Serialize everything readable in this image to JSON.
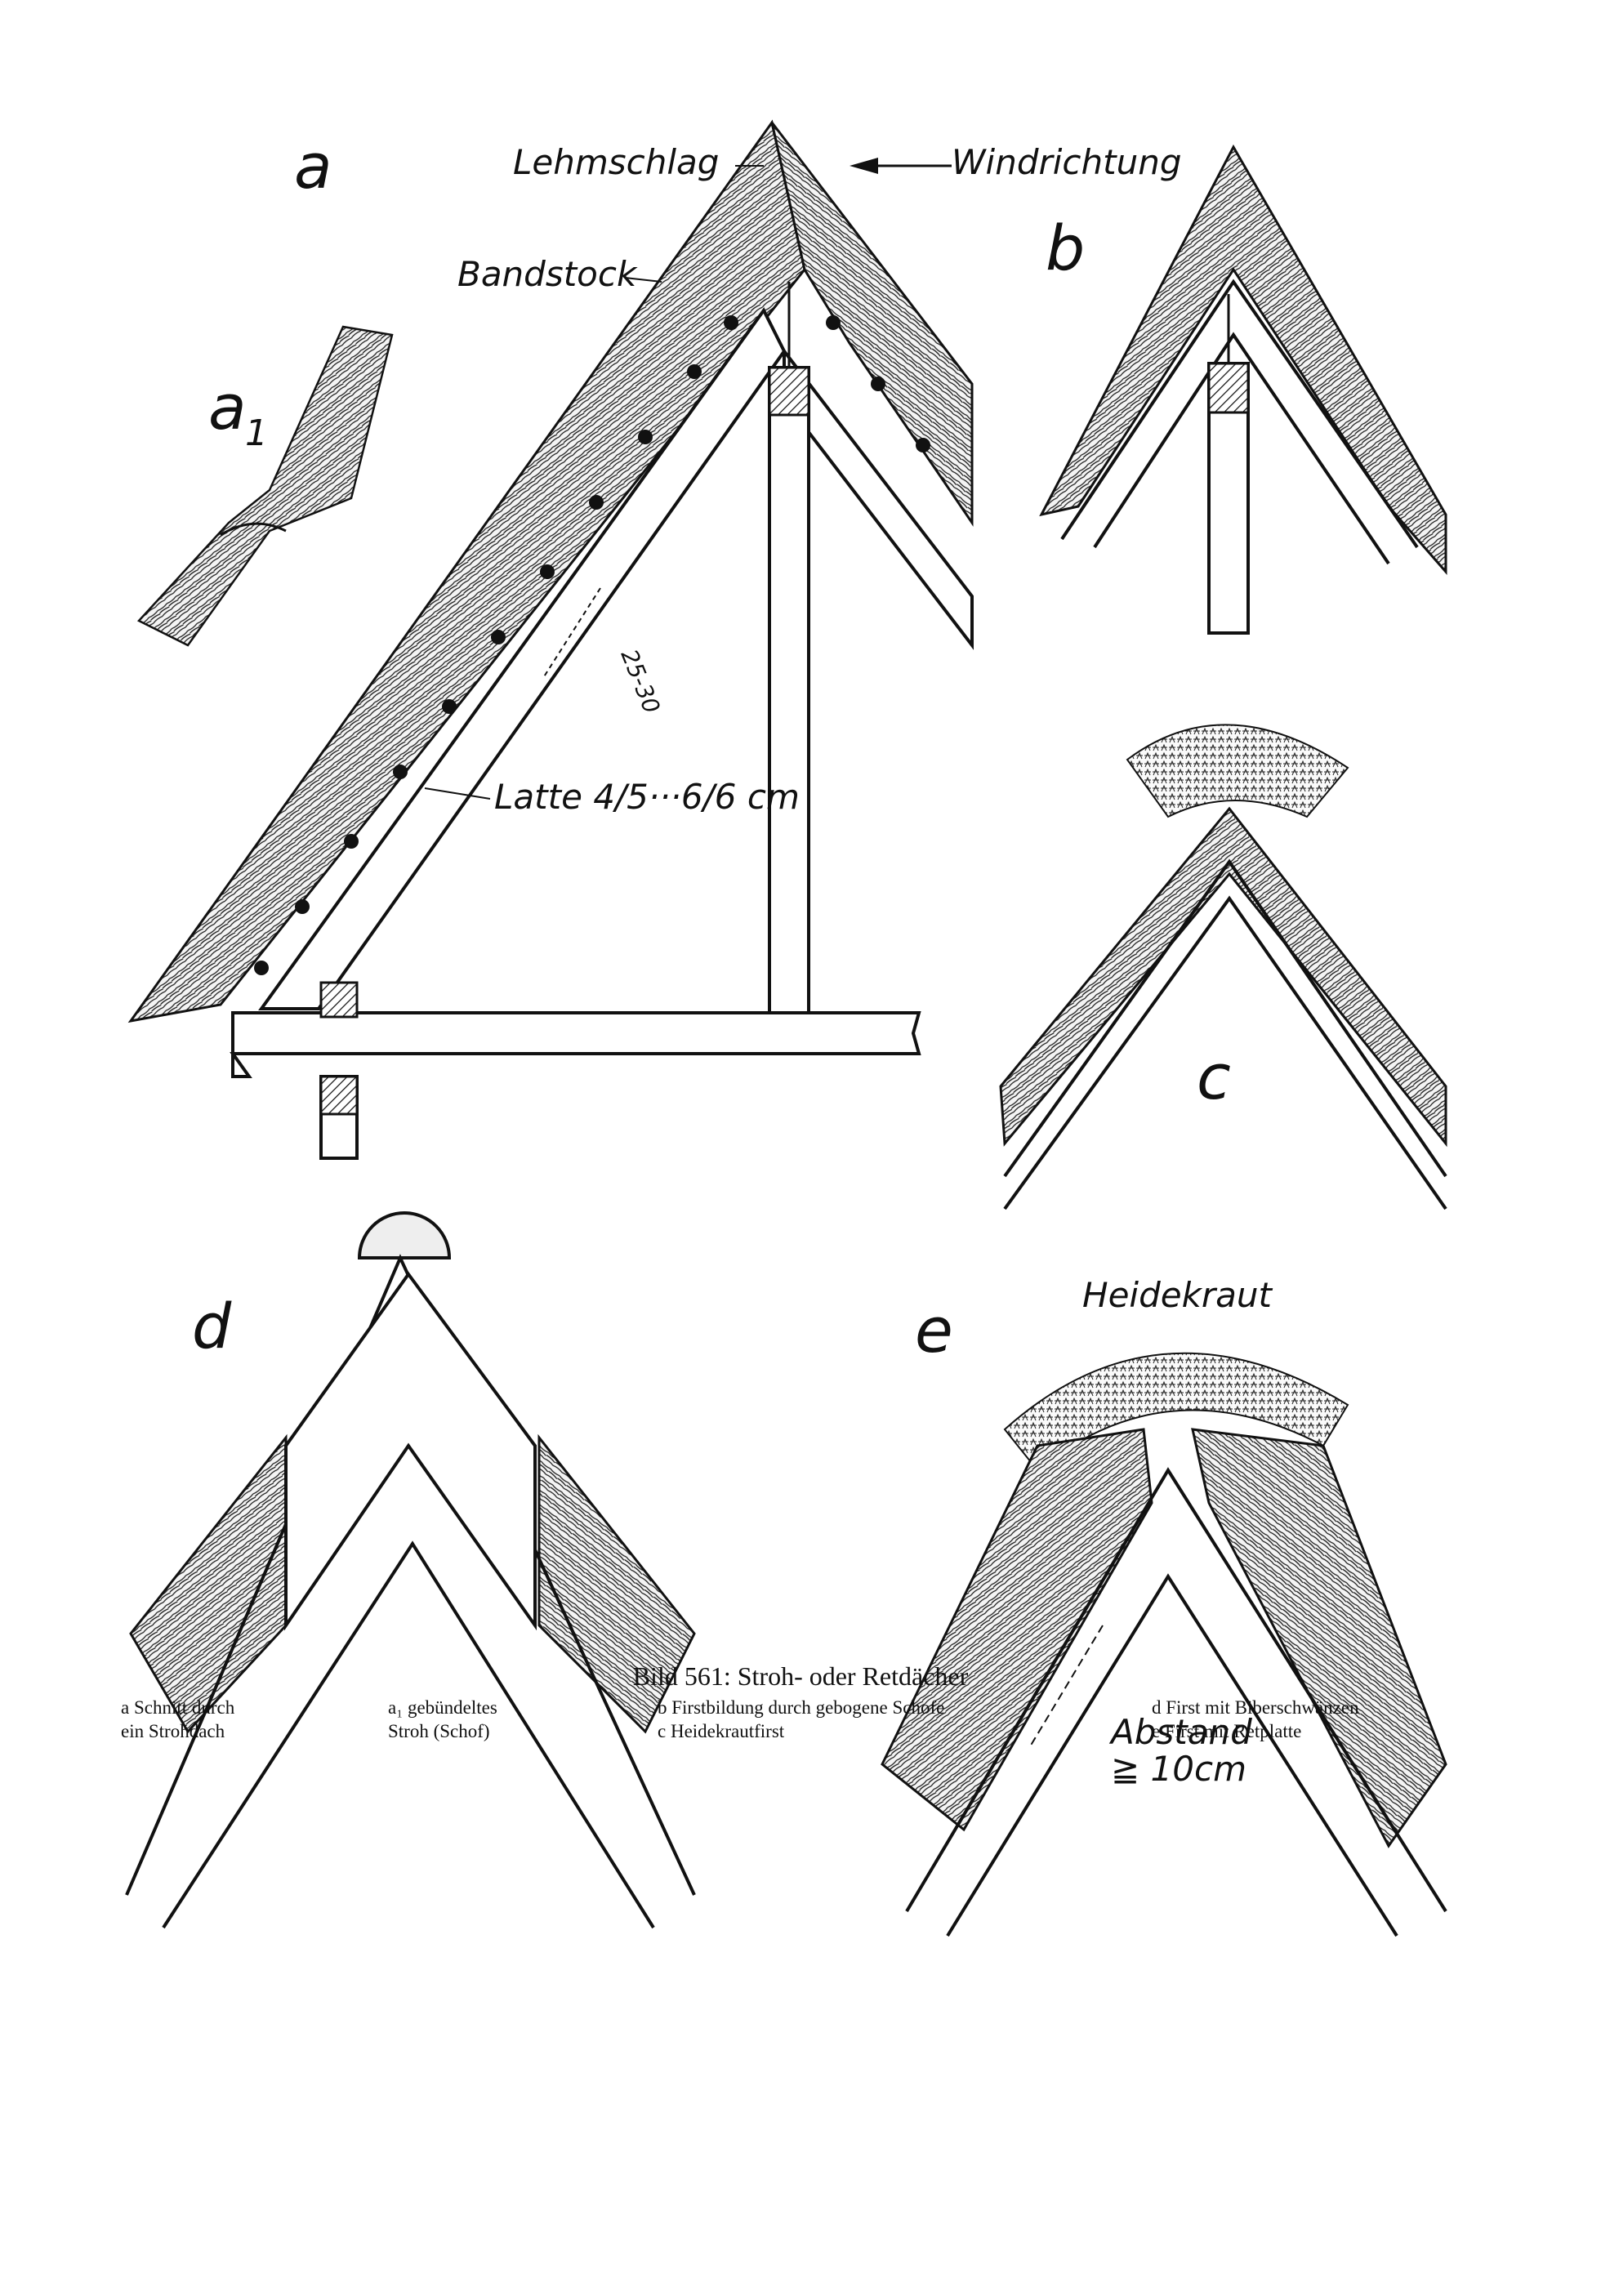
{
  "panels": {
    "a": "a",
    "a1": "a",
    "a1_sub": "1",
    "b": "b",
    "c": "c",
    "d": "d",
    "e": "e"
  },
  "labels": {
    "lehmschlag": "Lehmschlag",
    "windrichtung": "Windrichtung",
    "bandstock": "Bandstock",
    "spacing": "25-30",
    "latte": "Latte 4/5···6/6 cm",
    "heidekraut": "Heidekraut",
    "abstand_1": "Abstand",
    "abstand_2": "≧ 10cm"
  },
  "caption": {
    "title": "Bild 561: Stroh- oder Retdächer",
    "legend": [
      {
        "line1": "a Schnitt durch",
        "line2": "ein Strohdach"
      },
      {
        "line1": "a₁ gebündeltes",
        "line2": "Stroh (Schof)"
      },
      {
        "line1": "b Firstbildung durch gebogene Schofe",
        "line2": "c Heidekrautfirst"
      },
      {
        "line1": "d First mit Biberschwänzen",
        "line2": "e First mit Retplatte"
      }
    ]
  }
}
